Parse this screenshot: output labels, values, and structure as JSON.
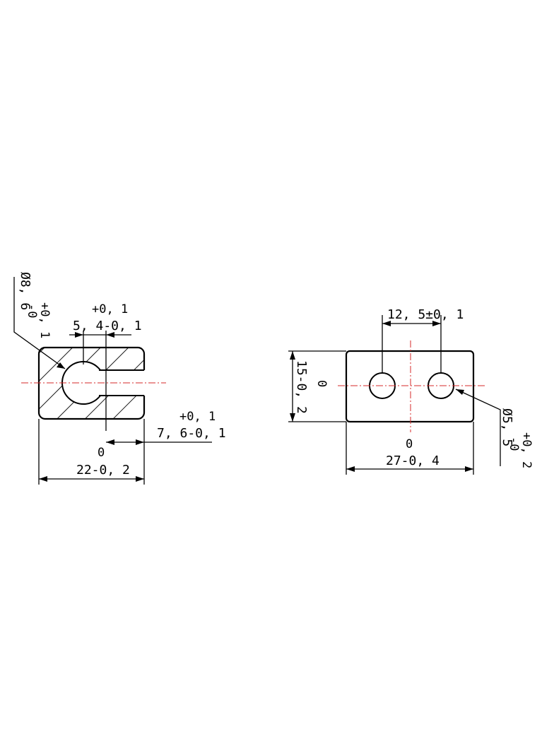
{
  "colors": {
    "line": "#000000",
    "centerline": "#d42a2a",
    "background": "#ffffff"
  },
  "left_view": {
    "bore_dia": "Ø8, 6",
    "bore_tol_upper": "+0, 1",
    "bore_tol_lower": "-0",
    "slot_tol_upper": "+0, 1",
    "slot_width": "5, 4-0, 1",
    "depth_tol_upper": "+0, 1",
    "depth_value": "7, 6-0, 1",
    "depth_tol_lower": "0",
    "width_value": "22-0, 2"
  },
  "right_view": {
    "pitch_value": "12, 5±0, 1",
    "height_tol_upper": "0",
    "height_value": "15-0, 2",
    "hole_dia": "Ø5, 5",
    "hole_tol_upper": "+0, 2",
    "hole_tol_lower": "-0",
    "length_tol_upper": "0",
    "length_value": "27-0, 4"
  }
}
